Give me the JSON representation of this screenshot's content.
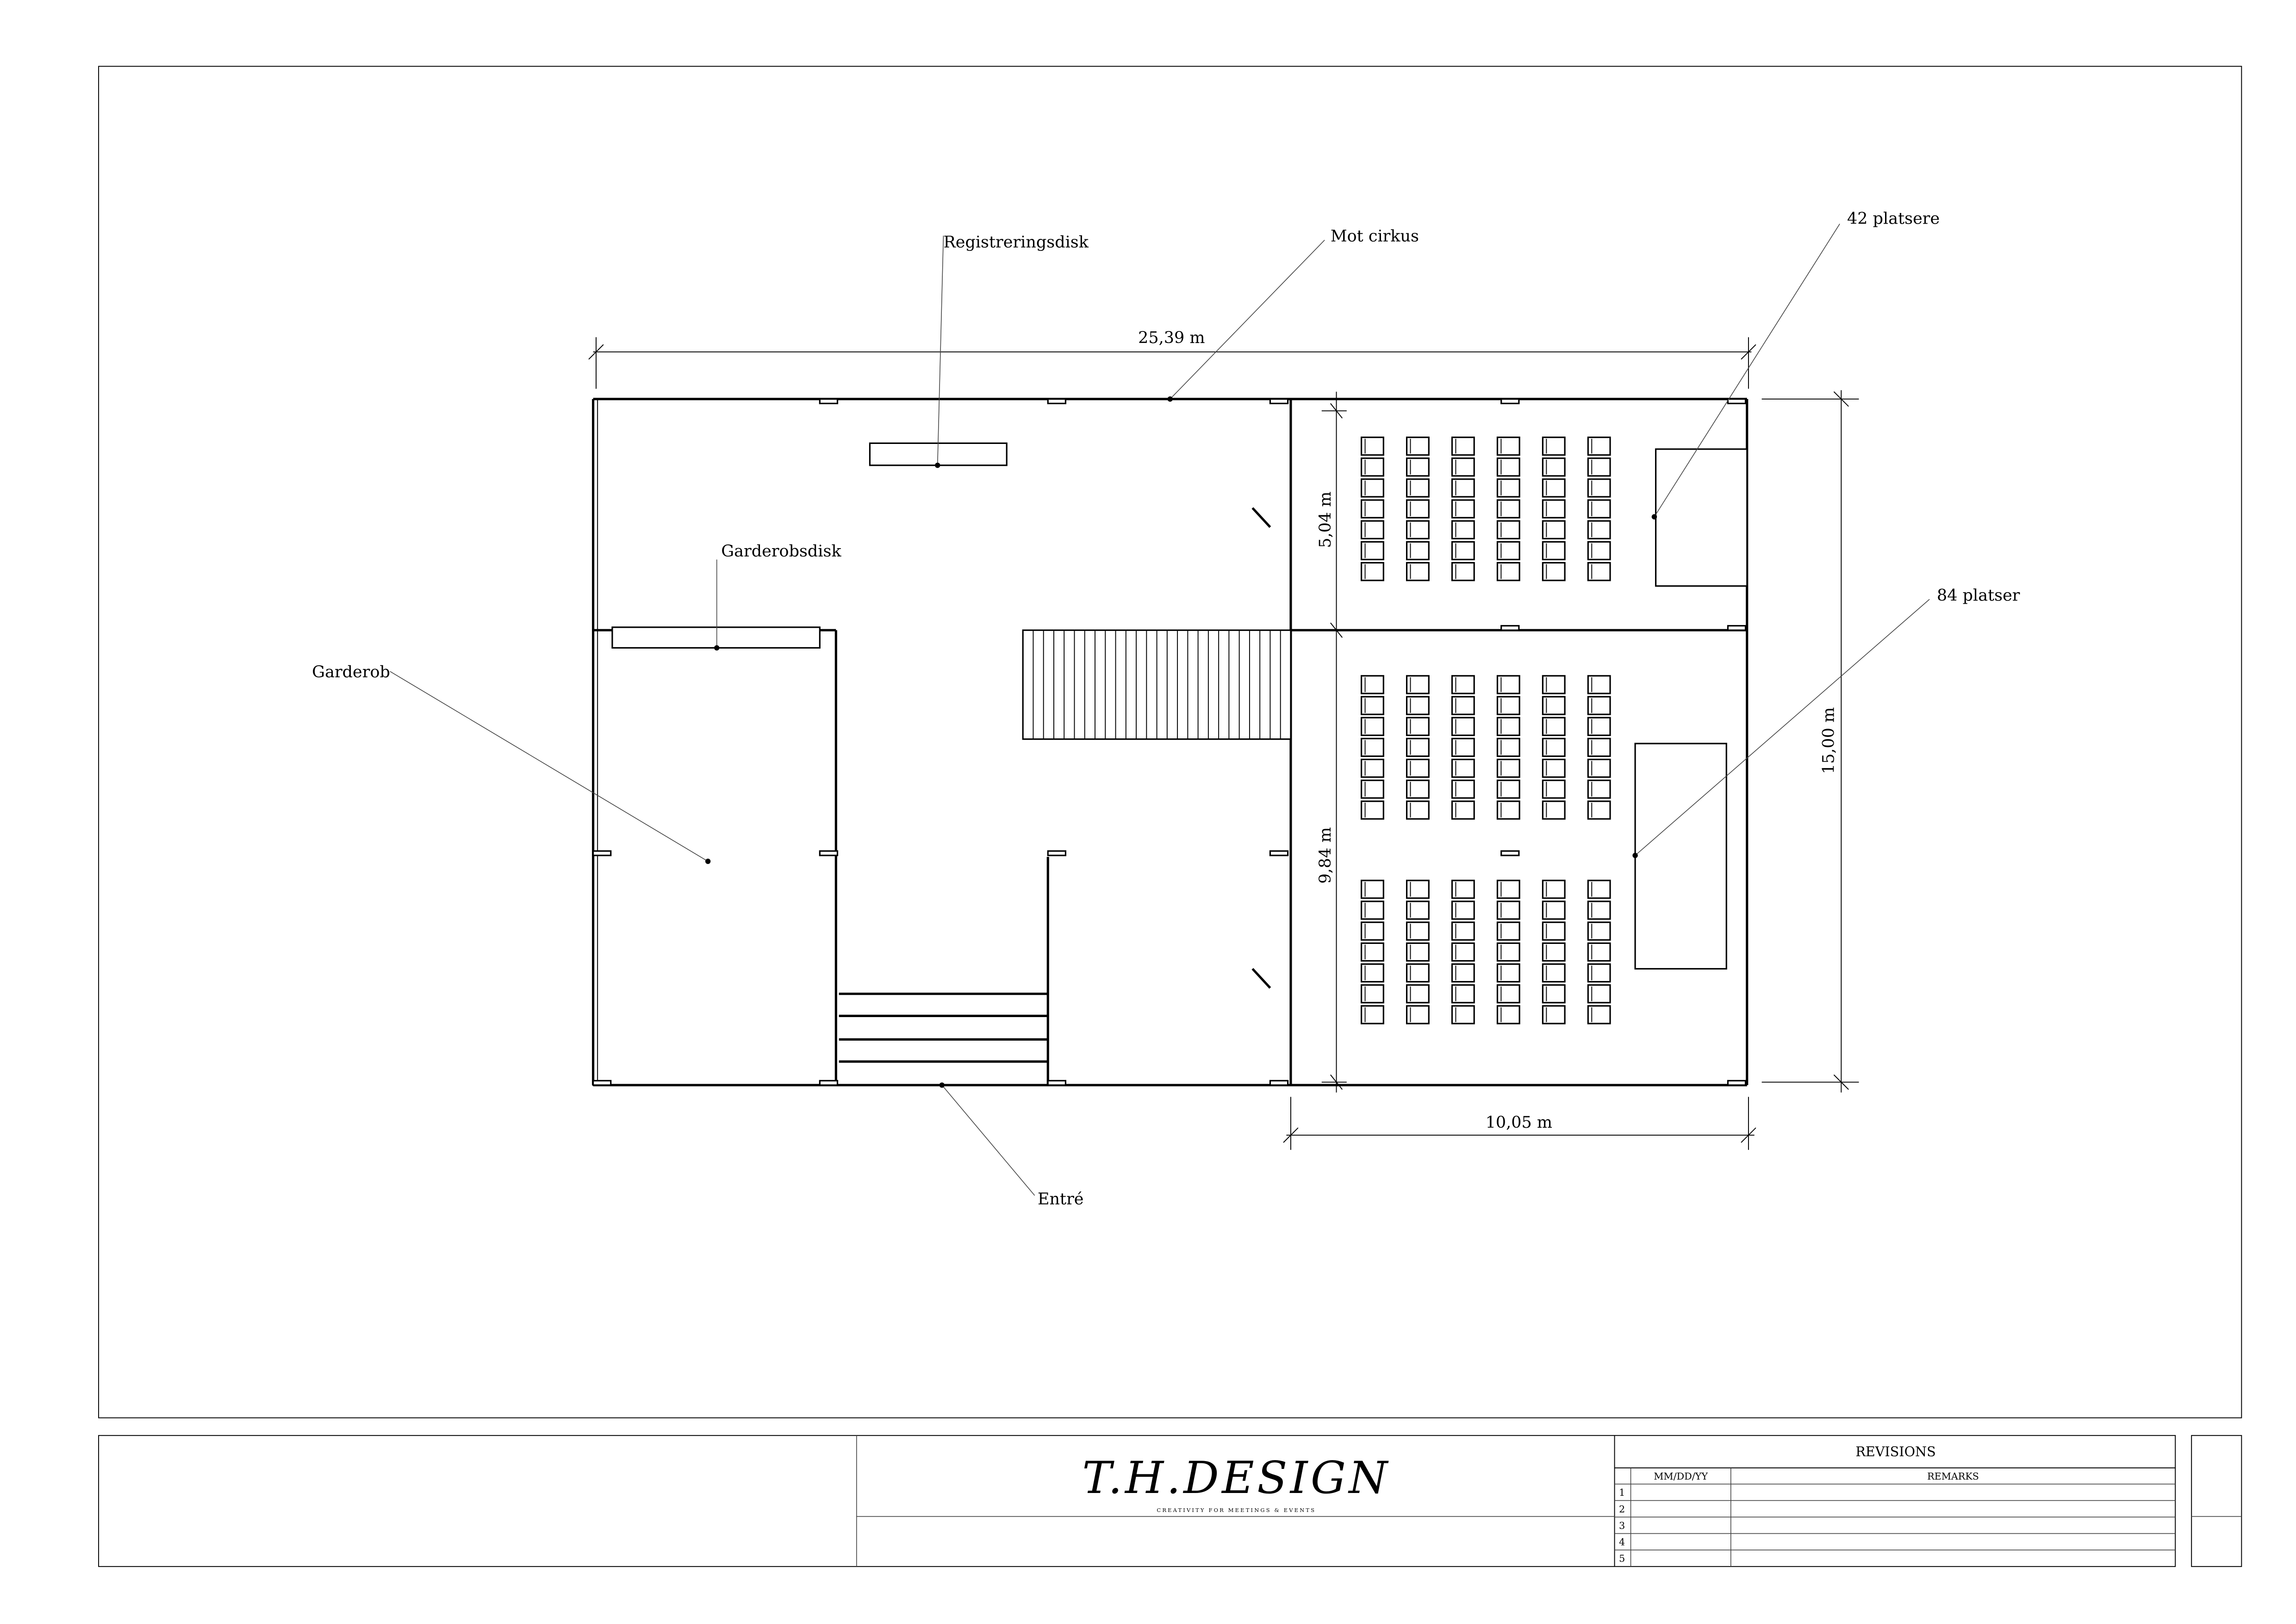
{
  "labels": {
    "registration_desk": "Registreringsdisk",
    "towards_circus": "Mot cirkus",
    "seats_42": "42 platsere",
    "seats_84": "84 platser",
    "cloakroom_desk": "Garderobsdisk",
    "cloakroom": "Garderob",
    "entrance": "Entré"
  },
  "dimensions": {
    "total_width": "25,39 m",
    "total_depth": "15,00 m",
    "small_room_depth": "5,04 m",
    "large_room_depth": "9,84 m",
    "rooms_width": "10,05 m"
  },
  "seating": {
    "small_room": {
      "columns": 6,
      "rows": 7
    },
    "large_room_blocks": [
      {
        "columns": 6,
        "rows": 7
      },
      {
        "columns": 6,
        "rows": 7
      }
    ]
  },
  "title_block": {
    "logo_text": "T.H.DESIGN",
    "tagline": "CREATIVITY FOR MEETINGS & EVENTS",
    "revisions_title": "REVISIONS",
    "col_date": "MM/DD/YY",
    "col_remarks": "REMARKS",
    "rows": [
      "1",
      "2",
      "3",
      "4",
      "5"
    ]
  }
}
